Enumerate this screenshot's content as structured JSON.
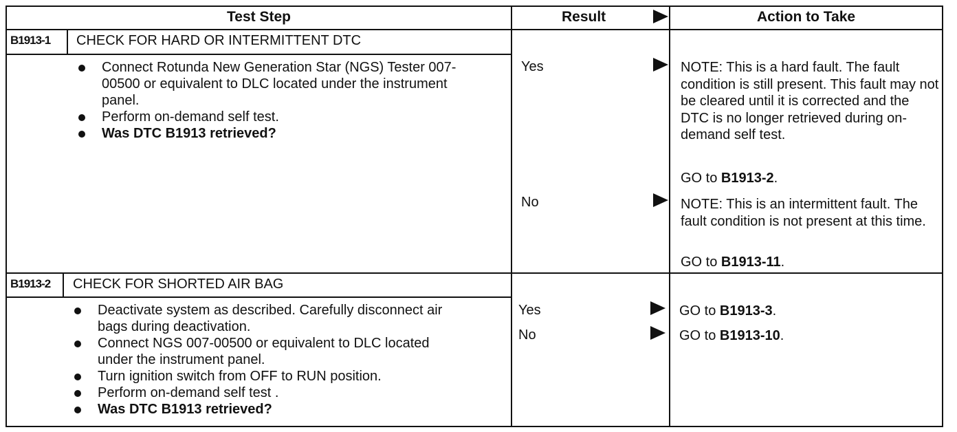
{
  "header": {
    "test_step": "Test Step",
    "result": "Result",
    "action": "Action to Take"
  },
  "steps": [
    {
      "id": "B1913-1",
      "title": "CHECK FOR HARD OR INTERMITTENT DTC",
      "bullets": [
        "Connect Rotunda New Generation Star (NGS) Tester 007-00500 or equivalent to DLC located under the instrument panel.",
        "Perform on-demand self test.",
        "Was DTC B1913 retrieved?"
      ],
      "results": [
        {
          "label": "Yes",
          "note": "NOTE: This is a hard fault. The fault condition is still present. This fault may not be cleared until it is corrected and the DTC is no longer retrieved during on-demand self test.",
          "goto_prefix": "GO to ",
          "goto_target": "B1913-2",
          "goto_suffix": "."
        },
        {
          "label": "No",
          "note": "NOTE: This is an intermittent fault. The fault condition is not present at this time.",
          "goto_prefix": "GO to ",
          "goto_target": "B1913-11",
          "goto_suffix": "."
        }
      ]
    },
    {
      "id": "B1913-2",
      "title": "CHECK FOR SHORTED AIR BAG",
      "bullets": [
        "Deactivate system as described. Carefully disconnect air bags during deactivation.",
        "Connect NGS 007-00500 or equivalent to DLC located under the instrument panel.",
        "Turn ignition switch from OFF to RUN position.",
        "Perform on-demand self test .",
        "Was DTC B1913 retrieved?"
      ],
      "results": [
        {
          "label": "Yes",
          "goto_prefix": "GO to ",
          "goto_target": "B1913-3",
          "goto_suffix": "."
        },
        {
          "label": "No",
          "goto_prefix": "GO to ",
          "goto_target": "B1913-10",
          "goto_suffix": "."
        }
      ]
    }
  ]
}
